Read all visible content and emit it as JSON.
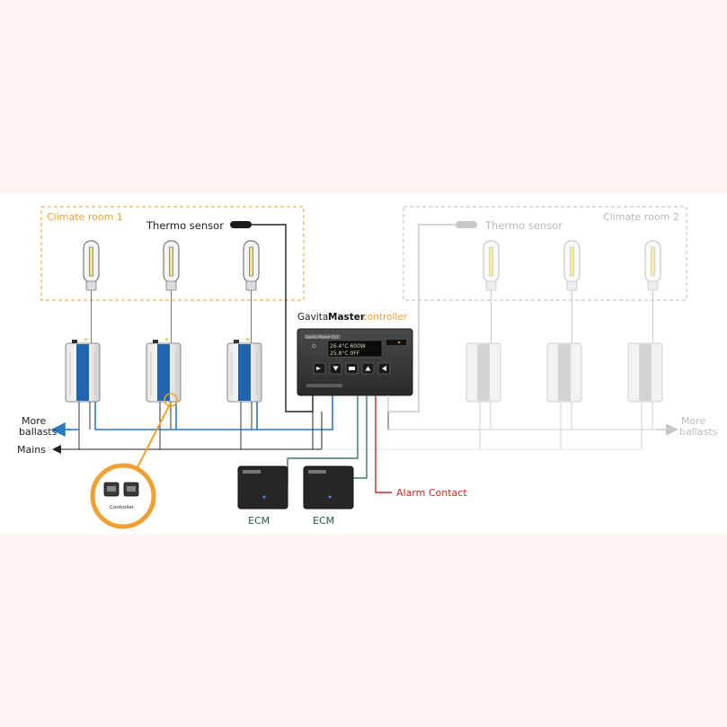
{
  "room1": {
    "title": "Climate room 1",
    "sensor_label": "Thermo sensor"
  },
  "room2": {
    "title": "Climate room 2",
    "sensor_label": "Thermo sensor"
  },
  "controller": {
    "title_prefix": "Gavita",
    "title_bold": "Master",
    "title_suffix": "controller",
    "device_label": "Gavita Master EL2",
    "display_line1": "26.4°C  600W",
    "display_line2": "25.8°C  0FF"
  },
  "left_outputs": {
    "more_ballasts_line1": "More",
    "more_ballasts_line2": "ballasts",
    "mains": "Mains"
  },
  "right_outputs": {
    "more_ballasts_line1": "More",
    "more_ballasts_line2": "ballasts"
  },
  "zoom_detail": {
    "label": "Controller"
  },
  "ecm_units": [
    {
      "label": "ECM"
    },
    {
      "label": "ECM"
    }
  ],
  "alarm": {
    "label": "Alarm Contact"
  },
  "colors": {
    "room1_border": "#f0a030",
    "room2_border": "#bdbdbd",
    "controller_accent": "#f0a030",
    "blue_link": "#2a7ac4",
    "green_link": "#3d7a6a",
    "alarm_red": "#c8281e",
    "faded": "#c8c8c8"
  }
}
